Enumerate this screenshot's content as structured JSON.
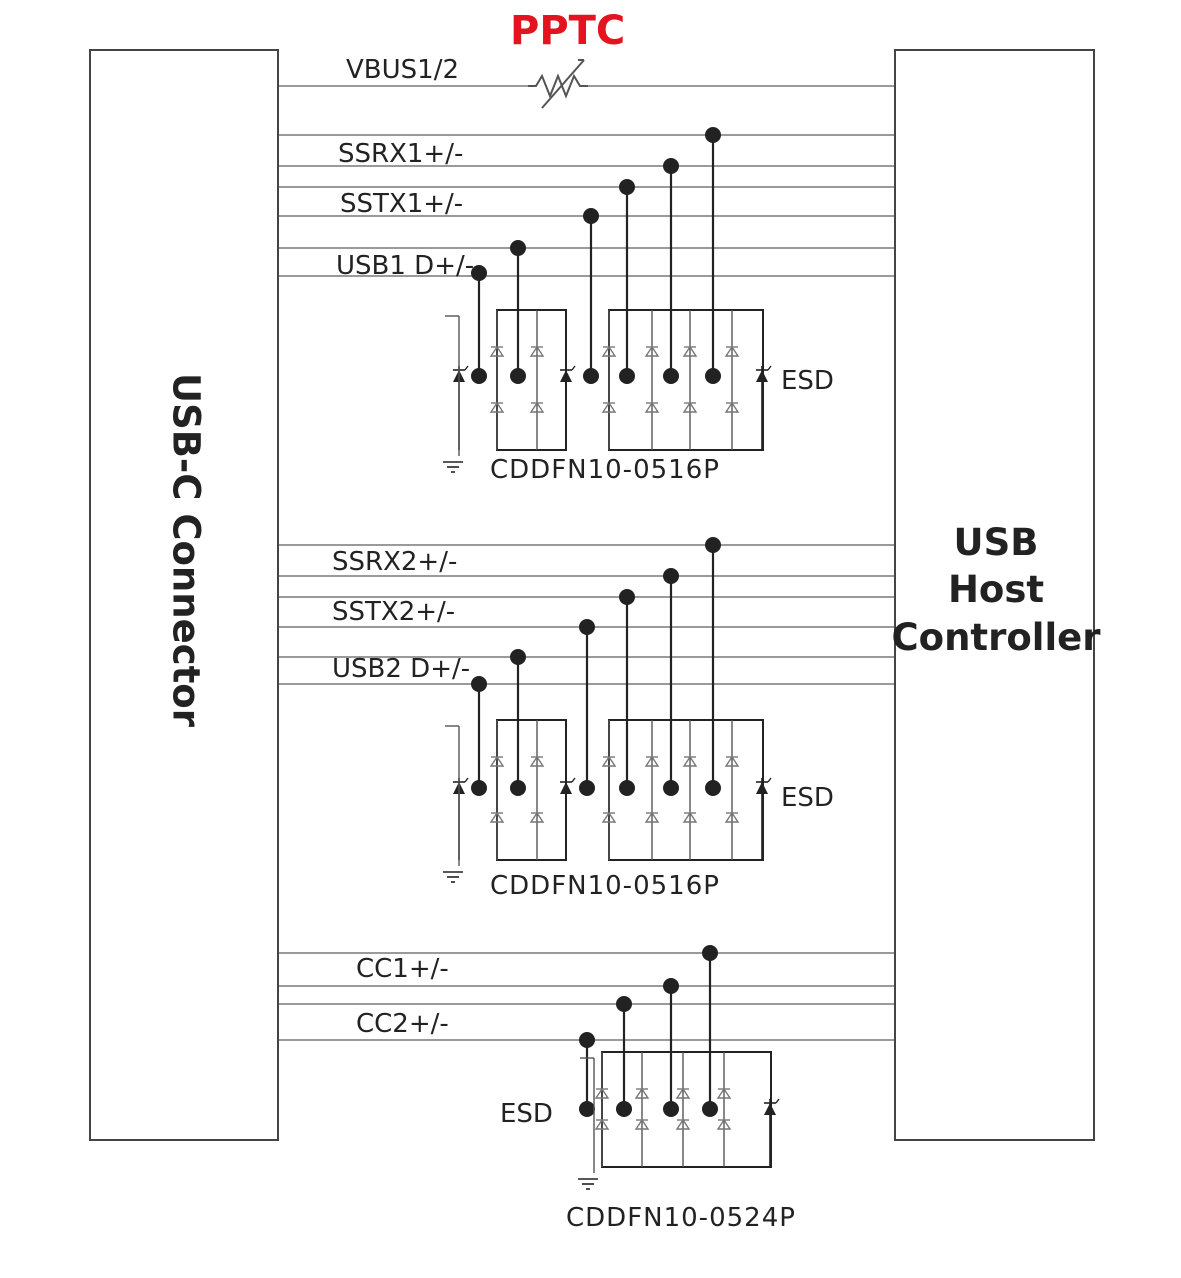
{
  "left_box": {
    "label": "USB-C Connector"
  },
  "right_box": {
    "lines": [
      "USB",
      "Host",
      "Controller"
    ]
  },
  "pptc_label": "PPTC",
  "colors": {
    "pptc": "#e3141f",
    "line": "#9a9a9a",
    "ink": "#222222"
  },
  "signals": {
    "vbus": "VBUS1/2",
    "ssrx1": "SSRX1+/-",
    "sstx1": "SSTX1+/-",
    "usb1": "USB1 D+/-",
    "ssrx2": "SSRX2+/-",
    "sstx2": "SSTX2+/-",
    "usb2": "USB2 D+/-",
    "cc1": "CC1+/-",
    "cc2": "CC2+/-"
  },
  "esd_groups": [
    {
      "part": "CDDFN10-0516P",
      "esd_label": "ESD"
    },
    {
      "part": "CDDFN10-0516P",
      "esd_label": "ESD"
    },
    {
      "part": "CDDFN10-0524P",
      "esd_label": "ESD"
    }
  ]
}
